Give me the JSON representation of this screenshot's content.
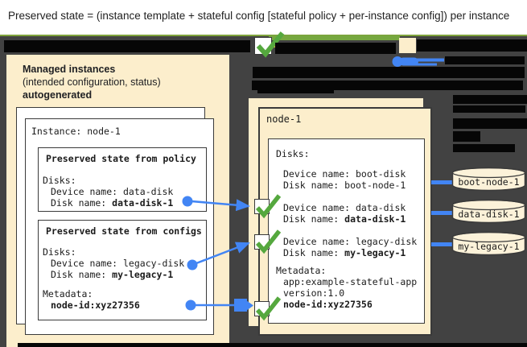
{
  "title_bar": {
    "text": "Preserved state = (instance template + stateful config [stateful policy + per-instance config]) per instance"
  },
  "legend": {
    "checkbox_icon": "green-checkmark",
    "swatch_color": "#fceecc",
    "connector_icon": "blue-dot-arrow"
  },
  "colors": {
    "stage_background": "#424242",
    "panel_cream": "#fceecc",
    "accent_blue": "#4285f4",
    "check_green": "#55a83e",
    "legend_green_line": "#76a73f",
    "redaction_black": "#060606"
  },
  "left_panel": {
    "heading": "Managed instances",
    "subheading": "(intended configuration, status)",
    "subheading2": "autogenerated",
    "card_title": "Instance: node-1",
    "policy_box": {
      "title": "Preserved state from policy",
      "disks_label": "Disks:",
      "device_line": "Device name: data-disk",
      "disk_prefix": "Disk name: ",
      "disk_value": "data-disk-1"
    },
    "configs_box": {
      "title": "Preserved state from configs",
      "disks_label": "Disks:",
      "device_line": "Device name: legacy-disk",
      "disk_prefix": "Disk name: ",
      "disk_value": "my-legacy-1",
      "metadata_label": "Metadata:",
      "metadata_value": "node-id:xyz27356"
    }
  },
  "right_panel": {
    "title": "node-1",
    "disks_label": "Disks:",
    "rows": [
      {
        "device": "Device name: boot-disk",
        "disk_prefix": "Disk name: ",
        "disk_value": "boot-node-1"
      },
      {
        "device": "Device name: data-disk",
        "disk_prefix": "Disk name: ",
        "disk_value": "data-disk-1"
      },
      {
        "device": "Device name: legacy-disk",
        "disk_prefix": "Disk name: ",
        "disk_value": "my-legacy-1"
      }
    ],
    "metadata_label": "Metadata:",
    "metadata_line1": "app:example-stateful-app",
    "metadata_line2": "version:1.0",
    "metadata_bold": "node-id:xyz27356"
  },
  "disks": [
    {
      "label": "boot-node-1"
    },
    {
      "label": "data-disk-1"
    },
    {
      "label": "my-legacy-1"
    }
  ]
}
